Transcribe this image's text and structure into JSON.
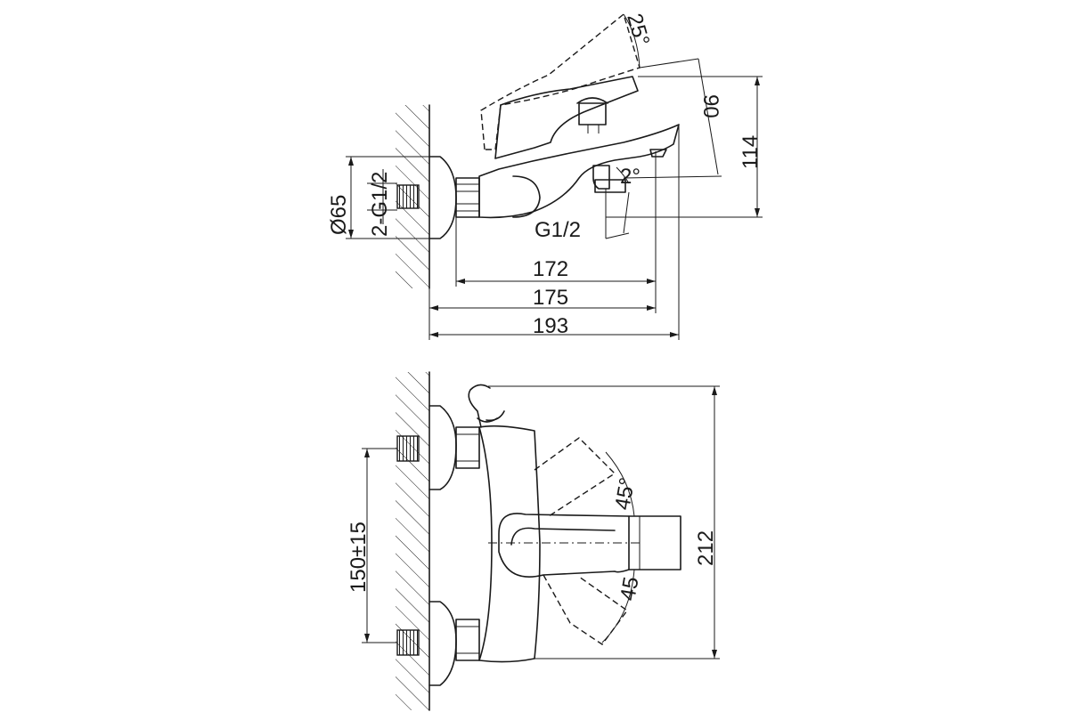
{
  "side_view": {
    "angle_handle": "25°",
    "angle_spout": "2°",
    "diameter": "Ø65",
    "inlet_thread": "2-G1/2",
    "outlet_thread": "G1/2",
    "height_handle": "90",
    "height_total": "114",
    "length_1": "172",
    "length_2": "175",
    "length_3": "193"
  },
  "top_view": {
    "angle_upper": "45°",
    "angle_lower": "45",
    "centre_distance": "150±15",
    "width_total": "212"
  }
}
